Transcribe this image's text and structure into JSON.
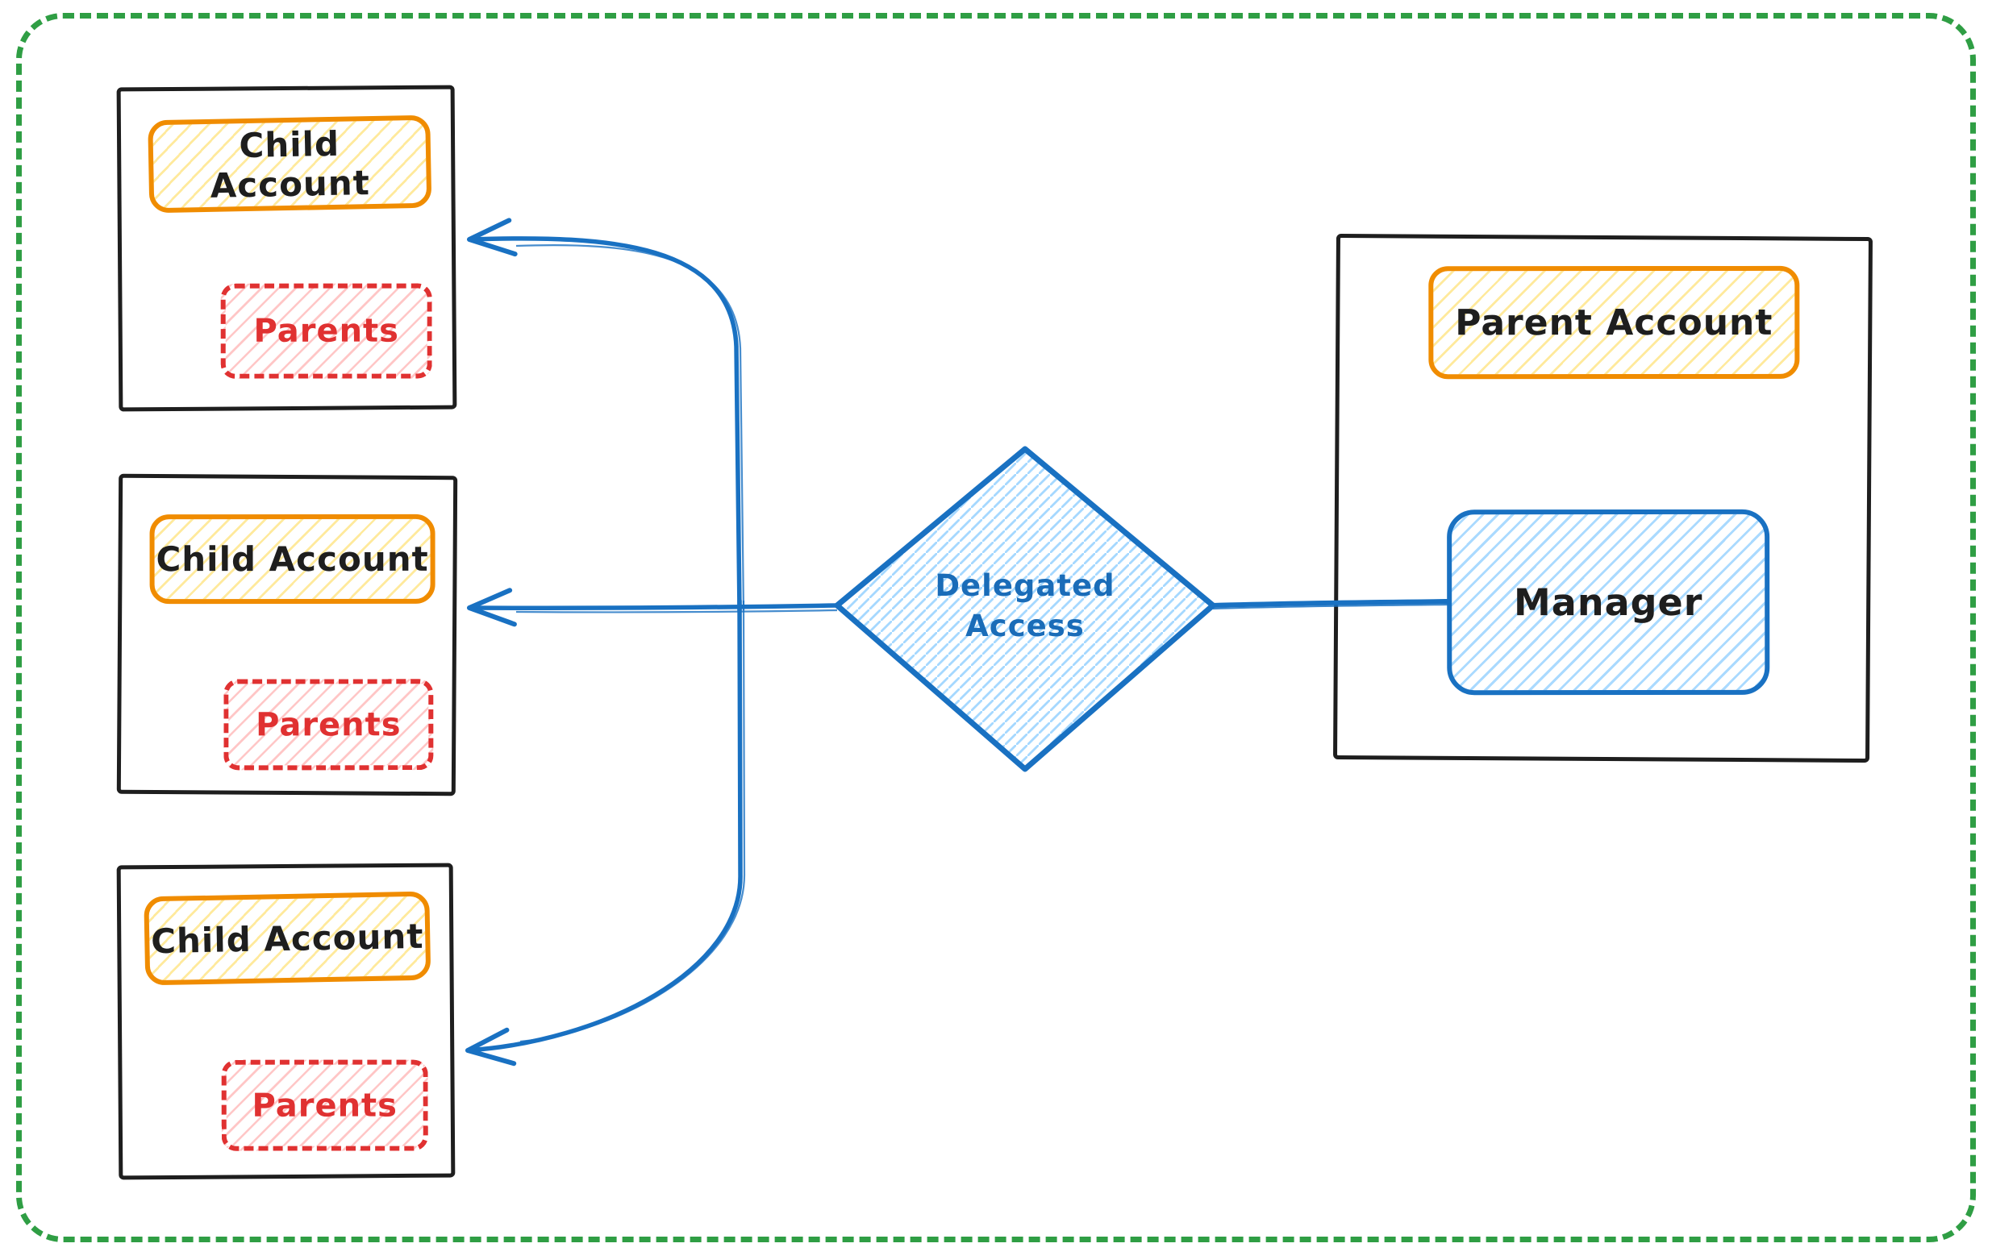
{
  "diagram": {
    "type": "flow-diagram",
    "style": "hand-drawn-whiteboard"
  },
  "nodes": {
    "child_accounts": [
      {
        "label": "Child Account",
        "parents_label": "Parents"
      },
      {
        "label": "Child Account",
        "parents_label": "Parents"
      },
      {
        "label": "Child Account",
        "parents_label": "Parents"
      }
    ],
    "decision": {
      "label": "Delegated Access",
      "shape": "diamond"
    },
    "parent_account": {
      "label": "Parent Account",
      "manager_label": "Manager"
    }
  },
  "edges": [
    {
      "from": "Manager",
      "to": "Delegated Access",
      "arrow": false
    },
    {
      "from": "Delegated Access",
      "to": "Child Account 1",
      "arrow": true
    },
    {
      "from": "Delegated Access",
      "to": "Child Account 2",
      "arrow": true
    },
    {
      "from": "Delegated Access",
      "to": "Child Account 3",
      "arrow": true
    }
  ],
  "colors": {
    "stroke_black": "#1e1e1e",
    "orange": "#f08c00",
    "yellow_fill": "#ffd43b",
    "red": "#e03131",
    "red_fill": "#ffa8a8",
    "blue": "#1971c2",
    "blue_fill": "#a5d8ff",
    "green_frame": "#2f9e44",
    "background": "#ffffff"
  }
}
